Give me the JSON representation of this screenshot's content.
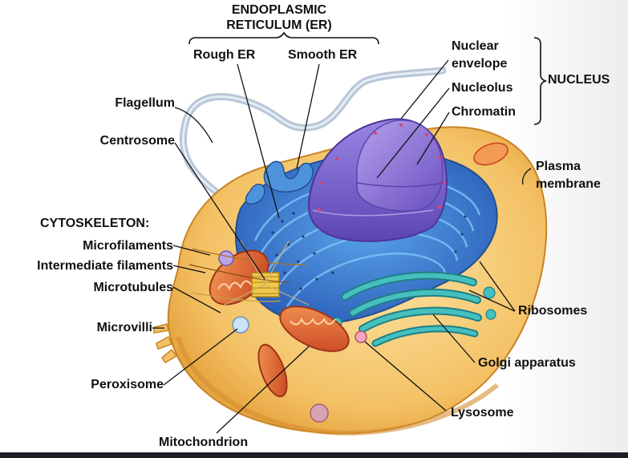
{
  "labels": {
    "er_heading_1": "ENDOPLASMIC",
    "er_heading_2": "RETICULUM (ER)",
    "rough_er": "Rough ER",
    "smooth_er": "Smooth ER",
    "nuclear_envelope_1": "Nuclear",
    "nuclear_envelope_2": "envelope",
    "nucleolus": "Nucleolus",
    "chromatin": "Chromatin",
    "nucleus": "NUCLEUS",
    "flagellum": "Flagellum",
    "centrosome": "Centrosome",
    "plasma_membrane_1": "Plasma",
    "plasma_membrane_2": "membrane",
    "cytoskeleton": "CYTOSKELETON:",
    "microfilaments": "Microfilaments",
    "intermediate_filaments": "Intermediate filaments",
    "microtubules": "Microtubules",
    "microvilli": "Microvilli",
    "ribosomes": "Ribosomes",
    "peroxisome": "Peroxisome",
    "golgi_apparatus": "Golgi apparatus",
    "lysosome": "Lysosome",
    "mitochondrion": "Mitochondrion"
  },
  "colors": {
    "cytoplasm": "#f2b54a",
    "er": "#3d7fd0",
    "nucleus": "#8b6fd0",
    "golgi": "#2f9ea0",
    "mitochondrion": "#e2532c",
    "text": "#111111"
  }
}
